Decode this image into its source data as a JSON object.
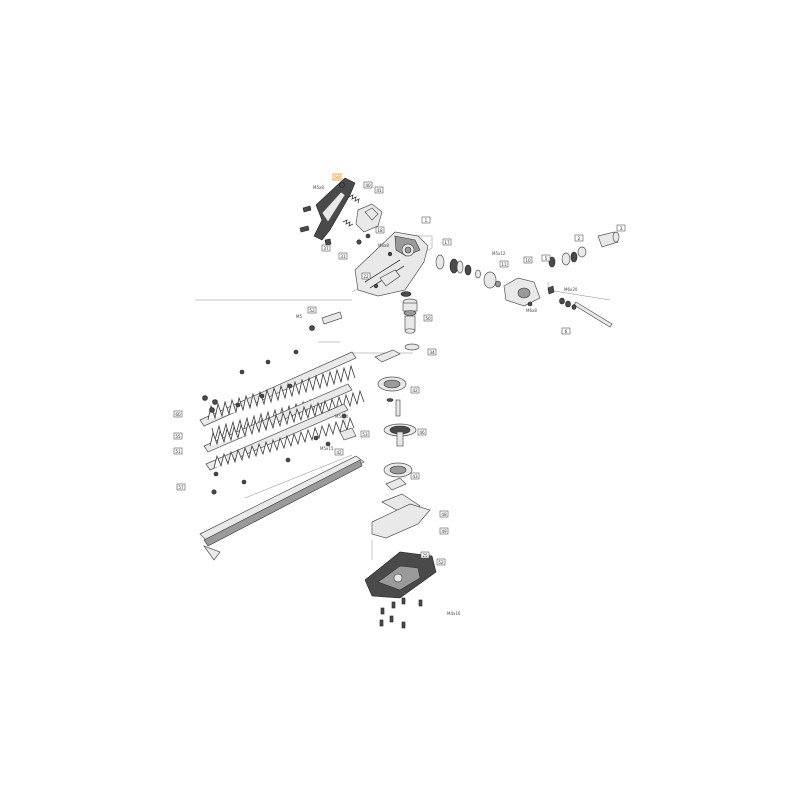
{
  "diagram": {
    "callouts": [
      {
        "id": "c-top-hl",
        "label": "58",
        "highlight": true
      },
      {
        "id": "c-40",
        "label": "40"
      },
      {
        "id": "c-41",
        "label": "41"
      },
      {
        "id": "c-37",
        "label": "37"
      },
      {
        "id": "c-31",
        "label": "31"
      },
      {
        "id": "c-1",
        "label": "1"
      },
      {
        "id": "c-18",
        "label": "18"
      },
      {
        "id": "c-22",
        "label": "22"
      },
      {
        "id": "c-17",
        "label": "17"
      },
      {
        "id": "c-11",
        "label": "11"
      },
      {
        "id": "c-10",
        "label": "10"
      },
      {
        "id": "c-5",
        "label": "5"
      },
      {
        "id": "c-3",
        "label": "3"
      },
      {
        "id": "c-2",
        "label": "2"
      },
      {
        "id": "c-6",
        "label": "6"
      },
      {
        "id": "c-52",
        "label": "52"
      },
      {
        "id": "c-50",
        "label": "50"
      },
      {
        "id": "c-34",
        "label": "34"
      },
      {
        "id": "c-42a",
        "label": "42"
      },
      {
        "id": "c-46",
        "label": "46"
      },
      {
        "id": "c-43",
        "label": "43"
      },
      {
        "id": "c-60",
        "label": "60"
      },
      {
        "id": "c-53",
        "label": "53"
      },
      {
        "id": "c-55",
        "label": "55"
      },
      {
        "id": "c-51",
        "label": "51"
      },
      {
        "id": "c-57",
        "label": "57"
      },
      {
        "id": "c-48",
        "label": "48"
      },
      {
        "id": "c-42b",
        "label": "42"
      },
      {
        "id": "c-49",
        "label": "49"
      },
      {
        "id": "c-25",
        "label": "25"
      },
      {
        "id": "c-52b",
        "label": "52"
      }
    ],
    "screw_labels": [
      {
        "id": "s-m5x8",
        "label": "M5x8"
      },
      {
        "id": "s-m6x8",
        "label": "M6x8"
      },
      {
        "id": "s-m5x12",
        "label": "M5x12"
      },
      {
        "id": "s-m6x20",
        "label": "M6x20"
      },
      {
        "id": "s-m6x8b",
        "label": "M6x8"
      },
      {
        "id": "s-m5",
        "label": "M5"
      },
      {
        "id": "s-m5x20",
        "label": "M5x20"
      },
      {
        "id": "s-m5x15",
        "label": "M5x15"
      },
      {
        "id": "s-m4x16",
        "label": "M4x16"
      }
    ]
  }
}
